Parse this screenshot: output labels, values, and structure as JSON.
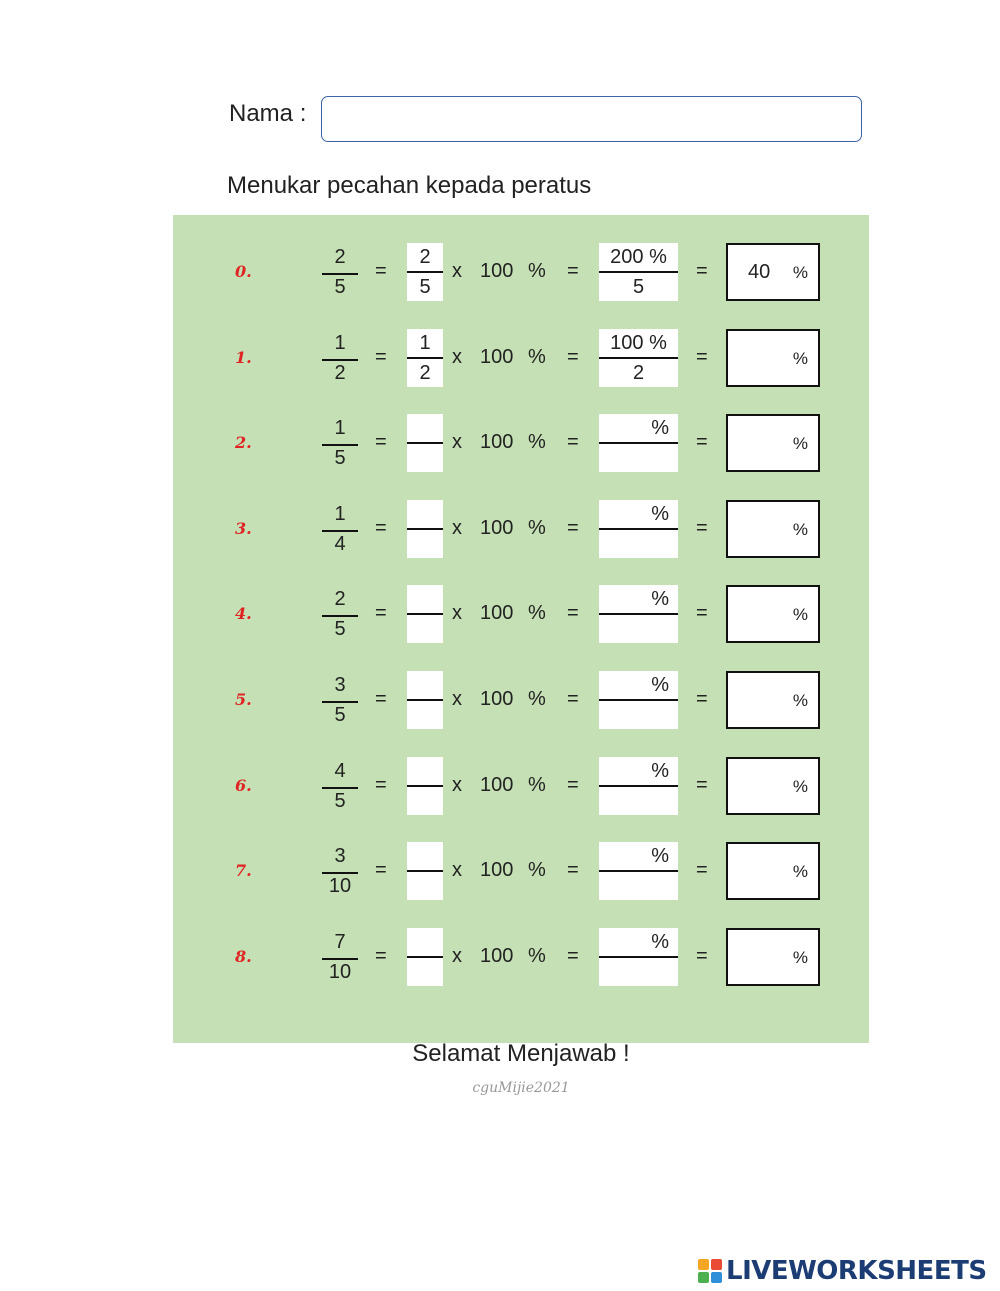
{
  "header": {
    "name_label": "Nama :",
    "name_value": "",
    "subtitle": "Menukar pecahan kepada peratus"
  },
  "common": {
    "equals": "=",
    "times": "x",
    "hundred": "100",
    "percent": "%"
  },
  "rows": [
    {
      "num": "0.",
      "frac_n": "2",
      "frac_d": "5",
      "box2_n": "2",
      "box2_d": "5",
      "box3_n": "200 %",
      "box3_d": "5",
      "answer": "40"
    },
    {
      "num": "1.",
      "frac_n": "1",
      "frac_d": "2",
      "box2_n": "1",
      "box2_d": "2",
      "box3_n": "100 %",
      "box3_d": "2",
      "answer": ""
    },
    {
      "num": "2.",
      "frac_n": "1",
      "frac_d": "5",
      "box2_n": "",
      "box2_d": "",
      "box3_n": "",
      "box3_d": "",
      "answer": ""
    },
    {
      "num": "3.",
      "frac_n": "1",
      "frac_d": "4",
      "box2_n": "",
      "box2_d": "",
      "box3_n": "",
      "box3_d": "",
      "answer": ""
    },
    {
      "num": "4.",
      "frac_n": "2",
      "frac_d": "5",
      "box2_n": "",
      "box2_d": "",
      "box3_n": "",
      "box3_d": "",
      "answer": ""
    },
    {
      "num": "5.",
      "frac_n": "3",
      "frac_d": "5",
      "box2_n": "",
      "box2_d": "",
      "box3_n": "",
      "box3_d": "",
      "answer": ""
    },
    {
      "num": "6.",
      "frac_n": "4",
      "frac_d": "5",
      "box2_n": "",
      "box2_d": "",
      "box3_n": "",
      "box3_d": "",
      "answer": ""
    },
    {
      "num": "7.",
      "frac_n": "3",
      "frac_d": "10",
      "box2_n": "",
      "box2_d": "",
      "box3_n": "",
      "box3_d": "",
      "answer": ""
    },
    {
      "num": "8.",
      "frac_n": "7",
      "frac_d": "10",
      "box2_n": "",
      "box2_d": "",
      "box3_n": "",
      "box3_d": "",
      "answer": ""
    }
  ],
  "footer": {
    "closing": "Selamat Menjawab !",
    "credit": "cguMijie2021"
  },
  "brand": {
    "name": "LIVEWORKSHEETS",
    "logo_icon": "liveworksheets-logo-icon",
    "logo_colors": [
      "#f5a623",
      "#e94b35",
      "#4caf50",
      "#2f8fd8"
    ],
    "text_color": "#1c3c74"
  },
  "colors": {
    "panel": "#c5e0b4",
    "number": "#e02424",
    "input_border": "#3e64a8"
  }
}
